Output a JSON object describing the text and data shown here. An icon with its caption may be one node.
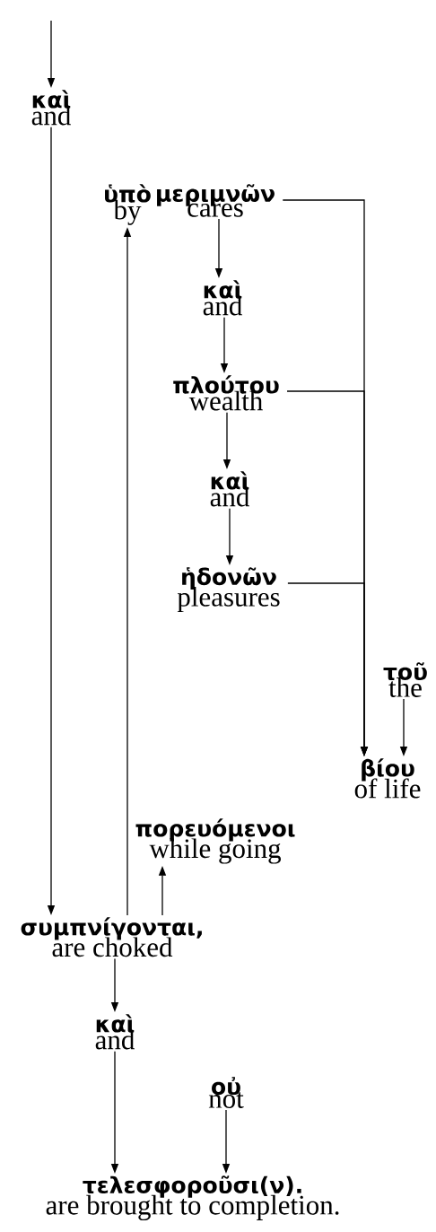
{
  "diagram": {
    "nodes": [
      {
        "text": [
          "καὶ",
          "and"
        ]
      },
      {
        "text": [
          "ὑπὸ",
          "by"
        ]
      },
      {
        "text": [
          "μεριμνῶν",
          "cares"
        ]
      },
      {
        "text": [
          "καὶ",
          "and"
        ]
      },
      {
        "text": [
          "πλούτου",
          "wealth"
        ]
      },
      {
        "text": [
          "καὶ",
          "and"
        ]
      },
      {
        "text": [
          "ἡδονῶν",
          "pleasures"
        ]
      },
      {
        "text": [
          "τοῦ",
          "the"
        ]
      },
      {
        "text": [
          "βίου",
          "of life"
        ]
      },
      {
        "text": [
          "πορευόμενοι",
          "while going"
        ]
      },
      {
        "text": [
          "συμπνίγονται,",
          "are choked"
        ]
      },
      {
        "text": [
          "καὶ",
          "and"
        ]
      },
      {
        "text": [
          "οὐ",
          "not"
        ]
      },
      {
        "text": [
          "τελεσφοροῦσι(ν).",
          "are brought to completion."
        ]
      }
    ],
    "edges": [
      {
        "from": null,
        "to": 0,
        "arrow": "to"
      },
      {
        "from": 0,
        "to": 10,
        "arrow": "to"
      },
      {
        "from": 10,
        "to": 1,
        "arrow": "to"
      },
      {
        "from": 2,
        "to": 3,
        "arrow": "to"
      },
      {
        "from": 3,
        "to": 4,
        "arrow": "to"
      },
      {
        "from": 4,
        "to": 5,
        "arrow": "to"
      },
      {
        "from": 5,
        "to": 6,
        "arrow": "to"
      },
      {
        "from": 2,
        "to": 8,
        "arrow": "to"
      },
      {
        "from": 4,
        "to": 8,
        "arrow": "to"
      },
      {
        "from": 6,
        "to": 8,
        "arrow": "to"
      },
      {
        "from": 7,
        "to": 8,
        "arrow": "to"
      },
      {
        "from": 10,
        "to": 9,
        "arrow": "to"
      },
      {
        "from": 10,
        "to": 11,
        "arrow": "to"
      },
      {
        "from": 11,
        "to": 13,
        "arrow": "to"
      },
      {
        "from": 12,
        "to": 13,
        "arrow": "to"
      }
    ]
  }
}
